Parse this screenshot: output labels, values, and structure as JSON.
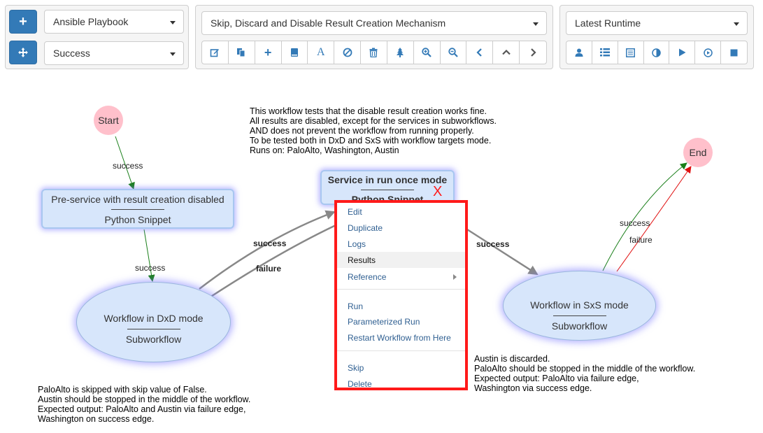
{
  "toolbar": {
    "left": {
      "workflow_type": "Ansible Playbook",
      "result_filter": "Success"
    },
    "middle": {
      "workflow_name": "Skip, Discard and Disable Result Creation Mechanism"
    },
    "right": {
      "runtime": "Latest Runtime"
    },
    "middle_icons": [
      "edit-icon",
      "copy-icon",
      "plus-icon",
      "book-icon",
      "font-icon",
      "ban-icon",
      "trash-icon",
      "tree-icon",
      "zoom-in-icon",
      "zoom-out-icon",
      "chevron-left-icon",
      "chevron-up-icon",
      "chevron-right-icon"
    ],
    "right_icons": [
      "user-icon",
      "list-icon",
      "list-alt-icon",
      "adjust-icon",
      "play-icon",
      "play-circle-icon",
      "stop-icon"
    ],
    "colors": {
      "primary": "#337ab7",
      "highlight": "#ff1a1a"
    }
  },
  "graph": {
    "start": "Start",
    "end": "End",
    "pre_service": {
      "title": "Pre-service with result creation disabled",
      "subtitle": "Python Snippet"
    },
    "service_run_once": {
      "title": "Service in run once mode",
      "subtitle": "Python Snippet",
      "mark": "X"
    },
    "wf_dxd": {
      "title": "Workflow in DxD mode",
      "subtitle": "Subworkflow"
    },
    "wf_sxs": {
      "title": "Workflow in SxS mode",
      "subtitle": "Subworkflow"
    },
    "edges": {
      "start_success": "success",
      "pre_success": "success",
      "dxd_success": "success",
      "dxd_failure": "failure",
      "svc_success": "success",
      "sxs_success": "success",
      "sxs_failure": "failure"
    },
    "colors": {
      "success": "#1a7f1a",
      "failure": "#e01010",
      "neutral": "#888888",
      "node": "#d7e6fb",
      "terminal": "#ffc0cb"
    }
  },
  "notes": {
    "top": "This workflow tests that the disable result creation works fine.\nAll results are disabled, except for the services in subworkflows.\nAND does not prevent the workflow from running properly.\nTo be tested both in DxD and SxS with workflow targets mode.\nRuns on: PaloAlto, Washington, Austin",
    "bottom_left": "PaloAlto is skipped with skip value of False.\nAustin should be stopped in the middle of the workflow.\nExpected output: PaloAlto and Austin via failure edge,\nWashington on success edge.",
    "bottom_right": "Austin is discarded.\nPaloAlto should be stopped in the middle of the workflow.\nExpected output: PaloAlto via failure edge,\nWashington via success edge."
  },
  "context_menu": {
    "edit": "Edit",
    "duplicate": "Duplicate",
    "logs": "Logs",
    "results": "Results",
    "reference": "Reference",
    "run": "Run",
    "parameterized_run": "Parameterized Run",
    "restart": "Restart Workflow from Here",
    "skip": "Skip",
    "delete": "Delete"
  }
}
